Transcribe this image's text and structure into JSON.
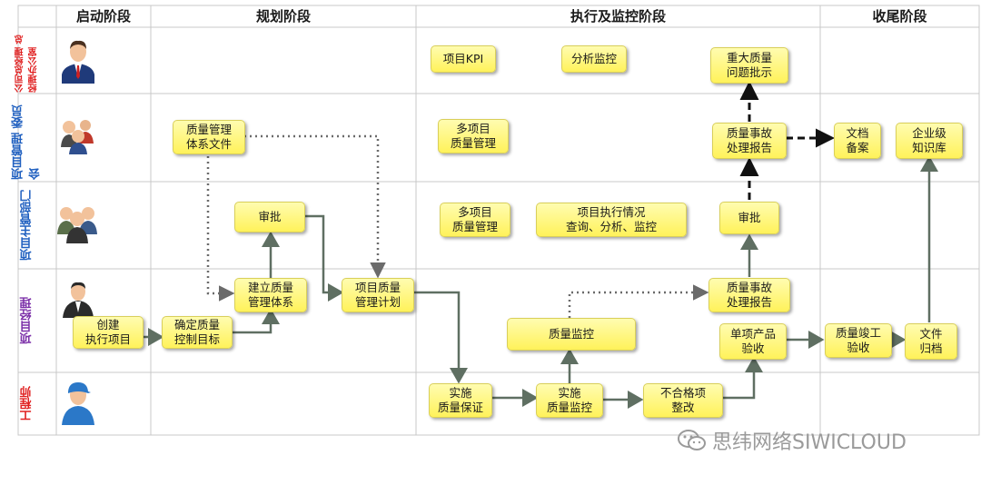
{
  "phases": [
    "启动阶段",
    "规划阶段",
    "执行及监控阶段",
    "收尾阶段"
  ],
  "roles": [
    {
      "label": "公司总经理 总经理办公室",
      "color": "#e02020",
      "avatar": "executive-avatar-icon"
    },
    {
      "label": "项目管理 委员会",
      "color": "#2060c0",
      "avatar": "committee-avatar-icon"
    },
    {
      "label": "项目主管部门",
      "color": "#2060c0",
      "avatar": "department-group-avatar-icon"
    },
    {
      "label": "项目经理",
      "color": "#7b2fa8",
      "avatar": "project-manager-avatar-icon"
    },
    {
      "label": "工程师",
      "color": "#e02020",
      "avatar": "engineer-avatar-icon"
    }
  ],
  "nodes": {
    "kpi": "项目KPI",
    "analysis_monitor": "分析监控",
    "major_issue": "重大质量\n问题批示",
    "qms_docs": "质量管理\n体系文件",
    "multi_proj_1": "多项目\n质量管理",
    "incident_report_top": "质量事故\n处理报告",
    "doc_archive": "文档\n备案",
    "knowledge_base": "企业级\n知识库",
    "approve_left": "审批",
    "multi_proj_2": "多项目\n质量管理",
    "exec_status": "项目执行情况\n查询、分析、监控",
    "approve_right": "审批",
    "build_qms": "建立质量\n管理体系",
    "quality_plan": "项目质量\n管理计划",
    "incident_report_pm": "质量事故\n处理报告",
    "create_project": "创建\n执行项目",
    "set_targets": "确定质量\n控制目标",
    "quality_monitor_pm": "质量监控",
    "unit_acceptance": "单项产品\n验收",
    "completion_acceptance": "质量竣工\n验收",
    "file_archive": "文件\n归档",
    "implement_qa": "实施\n质量保证",
    "implement_qm": "实施\n质量监控",
    "nonconformance_fix": "不合格项\n整改"
  },
  "watermark": "思纬网络SIWICLOUD"
}
